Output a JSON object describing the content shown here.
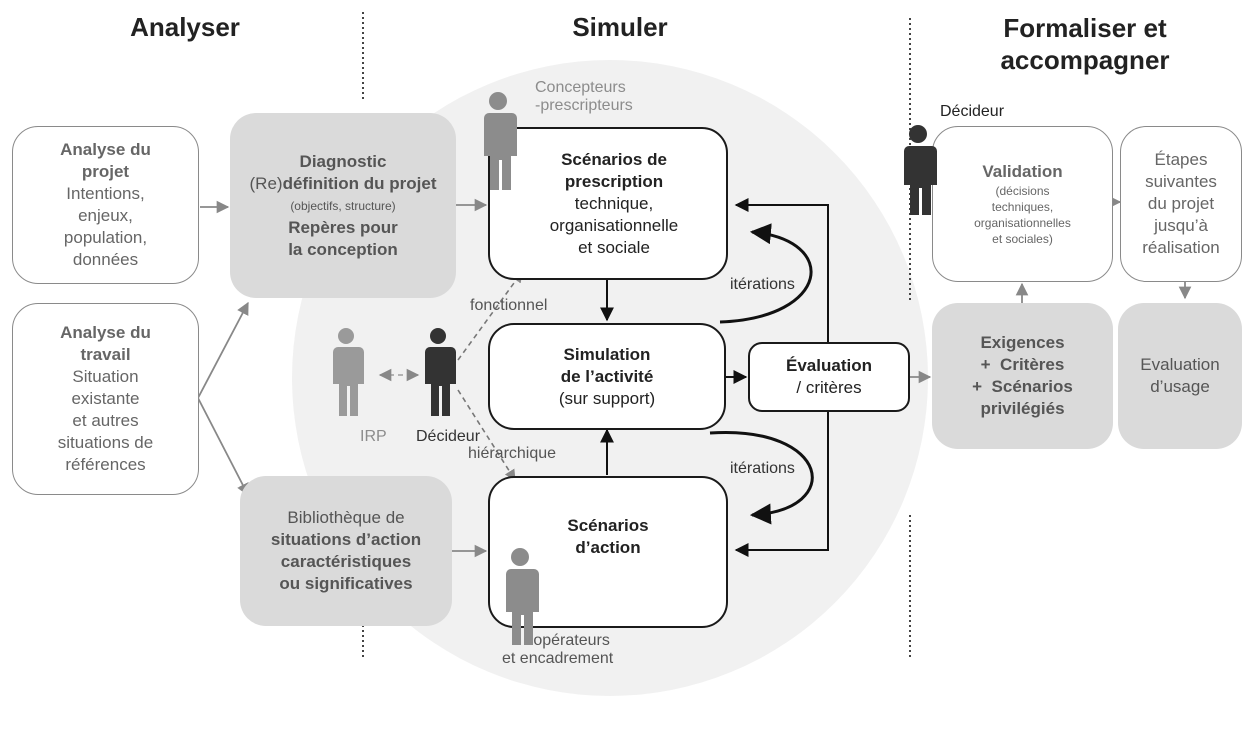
{
  "headers": {
    "analyser": "Analyser",
    "simuler": "Simuler",
    "formaliser_line1": "Formaliser et",
    "formaliser_line2": "accompagner"
  },
  "analyse_projet": {
    "title1": "Analyse du",
    "title2": "projet",
    "l1": "Intentions,",
    "l2": "enjeux,",
    "l3": "population,",
    "l4": "données"
  },
  "analyse_travail": {
    "title1": "Analyse du",
    "title2": "travail",
    "l1": "Situation",
    "l2": "existante",
    "l3": "et autres",
    "l4": "situations de",
    "l5": "références"
  },
  "diagnostic": {
    "l1": "Diagnostic",
    "l2a": "(Re)",
    "l2b": "définition du projet",
    "l3": "(objectifs, structure)",
    "l4": "Repères pour",
    "l5": "la conception"
  },
  "bibliotheque": {
    "l1": "Bibliothèque de",
    "l2": "situations d’action",
    "l3": "caractéristiques",
    "l4": "ou significatives"
  },
  "scenarios_prescription": {
    "l1": "Scénarios de",
    "l2": "prescription",
    "l3": "technique,",
    "l4": "organisationnelle",
    "l5": "et sociale"
  },
  "simulation": {
    "l1": "Simulation",
    "l2": "de l’activité",
    "l3": "(sur support)"
  },
  "scenarios_action": {
    "l1": "Scénarios",
    "l2": "d’action"
  },
  "evaluation": {
    "l1": "Évaluation",
    "l2": "/ critères"
  },
  "validation": {
    "l1": "Validation",
    "l2": "(décisions",
    "l3": "techniques,",
    "l4": "organisationnelles",
    "l5": "et sociales)"
  },
  "etapes": {
    "l1": "Étapes",
    "l2": "suivantes",
    "l3": "du projet",
    "l4": "jusqu’à",
    "l5": "réalisation"
  },
  "exigences": {
    "l1": "Exigences",
    "l2": "+  Critères",
    "l3": "+  Scénarios",
    "l4": "privilégiés"
  },
  "evaluation_usage": {
    "l1": "Evaluation",
    "l2": "d’usage"
  },
  "labels": {
    "concepteurs1": "Concepteurs",
    "concepteurs2": "-prescripteurs",
    "decideur_top": "Décideur",
    "irp": "IRP",
    "decideur_mid": "Décideur",
    "fonctionnel": "fonctionnel",
    "hierarchique": "hiérarchique",
    "iterations_top": "itérations",
    "iterations_bottom": "itérations",
    "operateurs1": "opérateurs",
    "operateurs2": "et encadrement"
  },
  "colors": {
    "dark_person": "#3a3a3a",
    "grey_person": "#8c8c8c",
    "grey_box": "#dadada",
    "circle_bg": "#f1f1f1"
  }
}
